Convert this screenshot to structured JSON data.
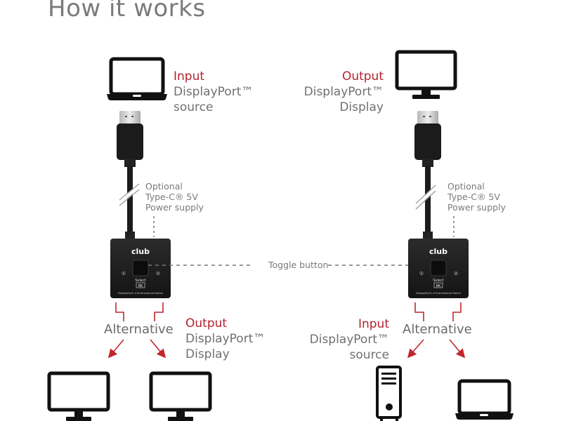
{
  "title": "How it works",
  "colors": {
    "accent_red": "#b4232e",
    "text_gray": "#707070",
    "device_black": "#111111"
  },
  "left": {
    "top_device": {
      "icon": "laptop-icon",
      "role": "Input",
      "line1": "DisplayPort™",
      "line2": "source"
    },
    "power_note": {
      "line1": "Optional",
      "line2": "Type-C® 5V",
      "line3": "Power supply"
    },
    "switch": {
      "brand": "club",
      "port1": "①",
      "port2": "②",
      "button_label": "Select",
      "badge": "8K",
      "model": "DisplayPort1.4 Bi-directional Switch"
    },
    "alternative_label": "Alternative",
    "bottom_note": {
      "role": "Output",
      "line1": "DisplayPort™",
      "line2": "Display"
    },
    "bottom_devices": [
      "monitor-icon",
      "monitor-icon"
    ]
  },
  "right": {
    "top_device": {
      "icon": "monitor-icon",
      "role": "Output",
      "line1": "DisplayPort™",
      "line2": "Display"
    },
    "power_note": {
      "line1": "Optional",
      "line2": "Type-C® 5V",
      "line3": "Power supply"
    },
    "switch": {
      "brand": "club",
      "port1": "①",
      "port2": "②",
      "button_label": "Select",
      "badge": "8K",
      "model": "DisplayPort1.4 Bi-directional Switch"
    },
    "alternative_label": "Alternative",
    "bottom_note": {
      "role": "Input",
      "line1": "DisplayPort™",
      "line2": "source"
    },
    "bottom_devices": [
      "desktop-tower-icon",
      "laptop-icon"
    ]
  },
  "toggle_label": "Toggle button"
}
